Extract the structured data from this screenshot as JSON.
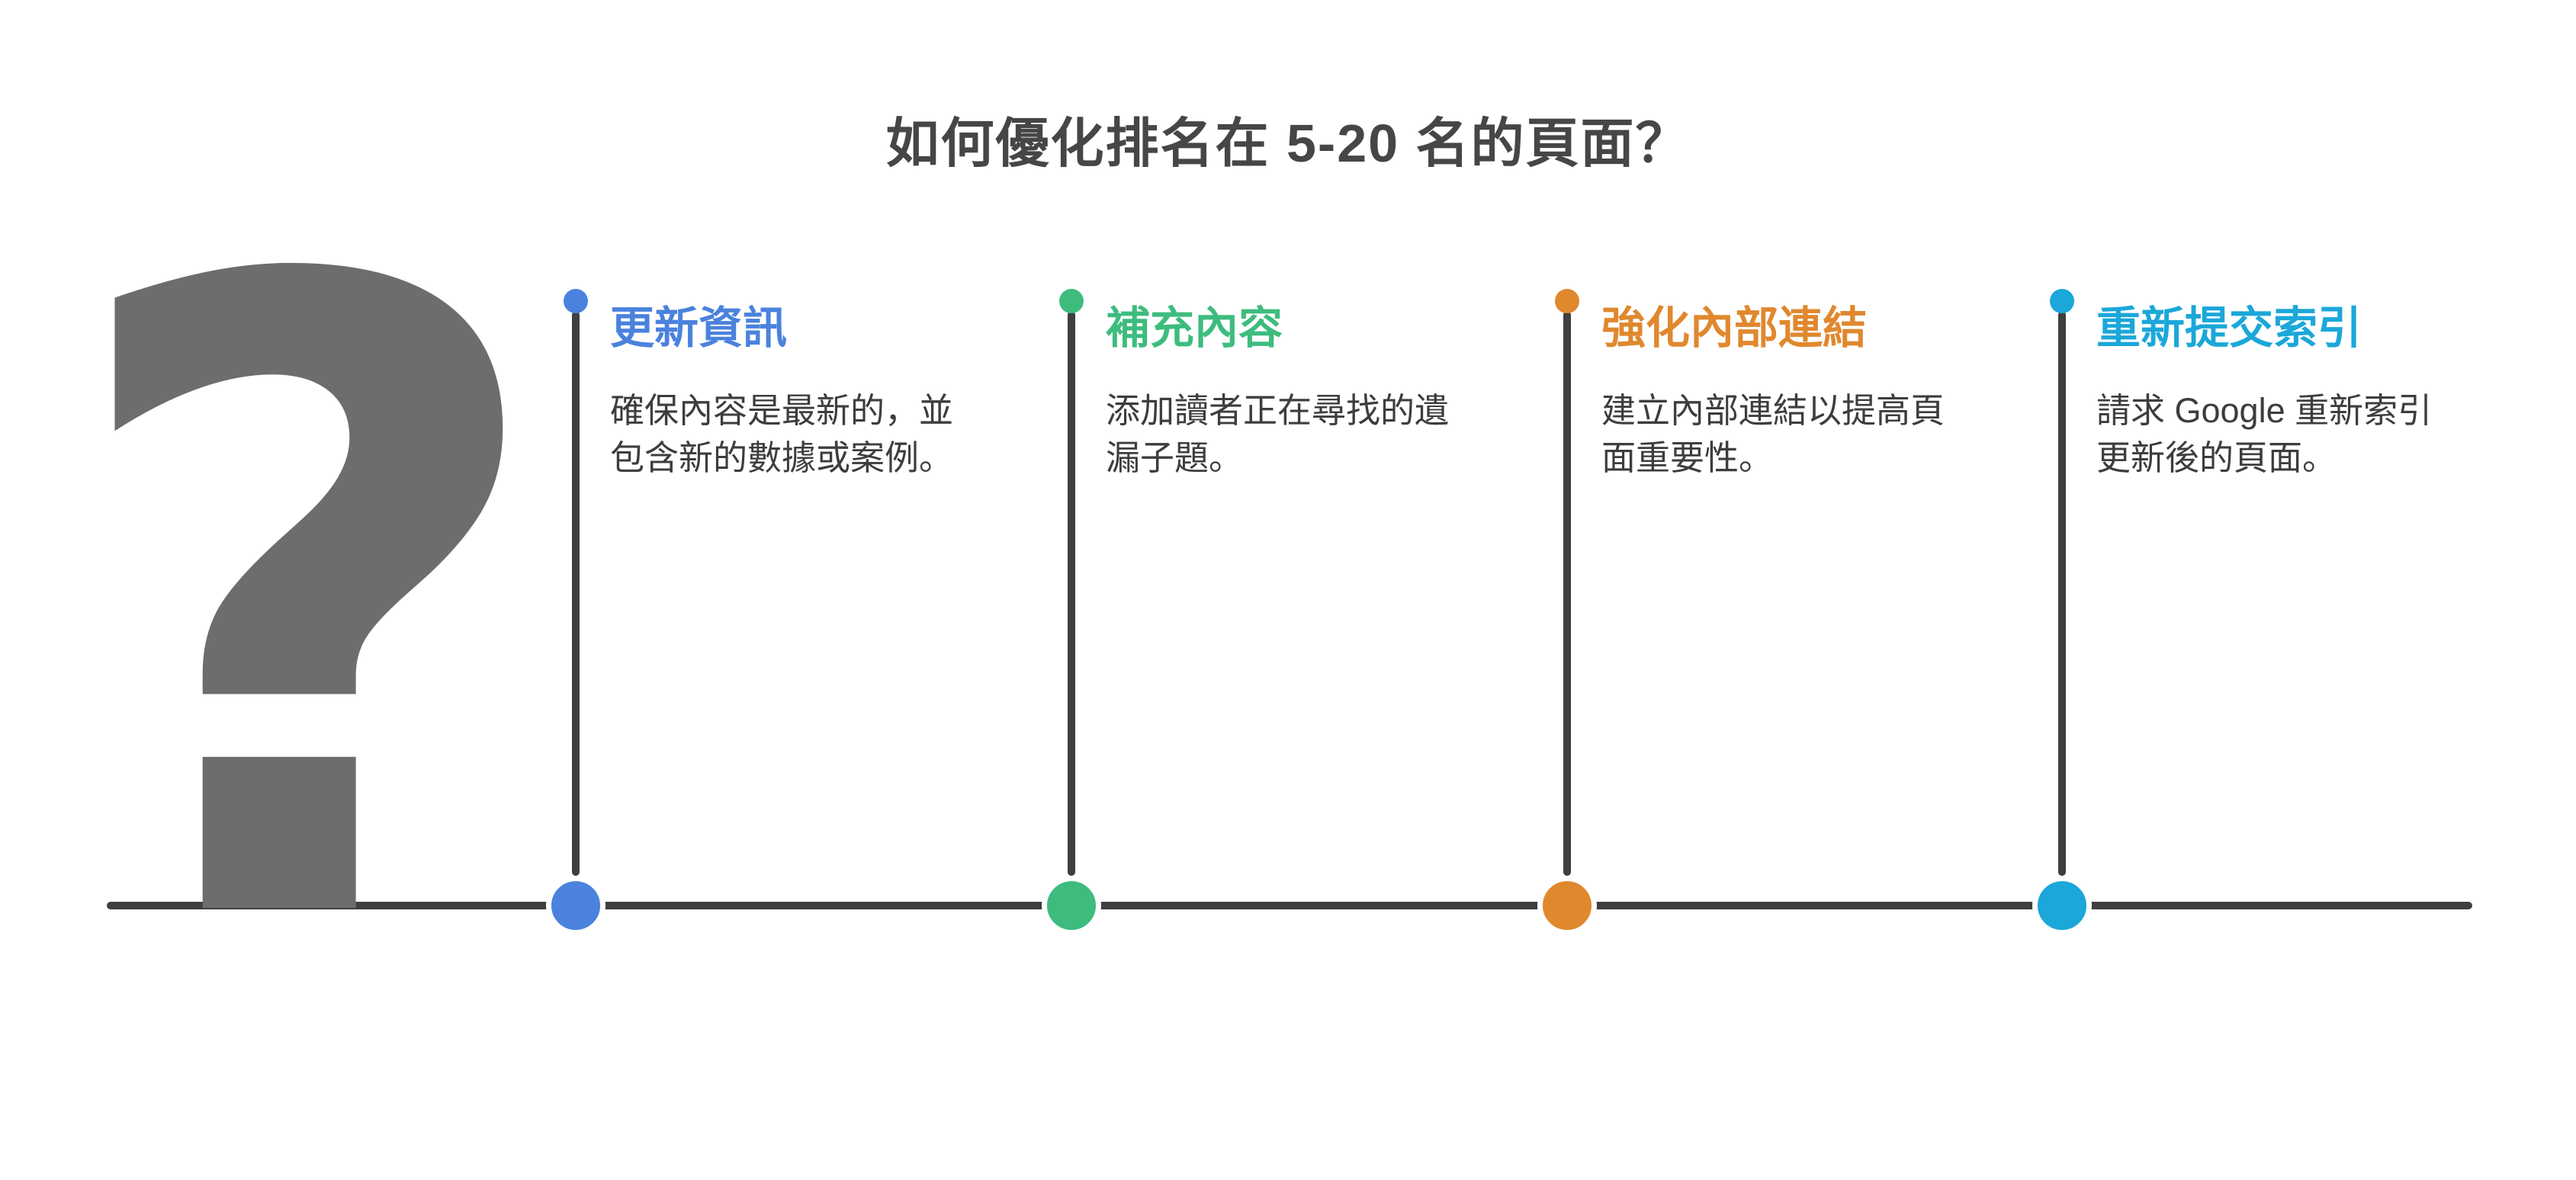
{
  "title": "如何優化排名在 5-20 名的頁面？",
  "question_mark": "?",
  "colors": {
    "title_text": "#464646",
    "text": "#3d3d3d",
    "line": "#3f3f3f",
    "question_mark": "#6d6d6d"
  },
  "steps": [
    {
      "title": "更新資訊",
      "description": "確保內容是最新的，並包含新的數據或案例。",
      "color": "#4a82dd"
    },
    {
      "title": "補充內容",
      "description": "添加讀者正在尋找的遺漏子題。",
      "color": "#3dbc7e"
    },
    {
      "title": "強化內部連結",
      "description": "建立內部連結以提高頁面重要性。",
      "color": "#e0882e"
    },
    {
      "title": "重新提交索引",
      "description": "請求 Google 重新索引更新後的頁面。",
      "color": "#1ba7d9"
    }
  ]
}
